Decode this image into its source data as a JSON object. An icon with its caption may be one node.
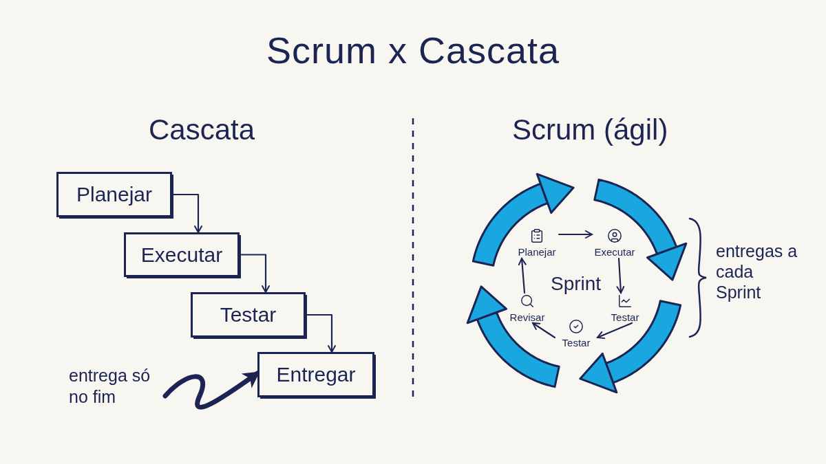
{
  "diagram": {
    "title": "Scrum x Cascata",
    "nodes": [
      {
        "text": [
          "Planejar"
        ]
      },
      {
        "text": [
          "Executar"
        ]
      },
      {
        "text": [
          "Testar"
        ]
      },
      {
        "text": [
          "Entregar"
        ]
      },
      {
        "text": [
          "entrega só no fim"
        ]
      },
      {
        "text": [
          "Planejar"
        ]
      },
      {
        "text": [
          "Executar"
        ]
      },
      {
        "text": [
          "Testar"
        ]
      },
      {
        "text": [
          "Testar"
        ]
      },
      {
        "text": [
          "Revisar"
        ]
      }
    ],
    "edges": [
      {
        "from": 0,
        "to": 1,
        "arrow": "to"
      },
      {
        "from": 1,
        "to": 2,
        "arrow": "to"
      },
      {
        "from": 2,
        "to": 3,
        "arrow": "to"
      },
      {
        "from": 4,
        "to": 3,
        "arrow": "to",
        "style": "thick"
      },
      {
        "from": 5,
        "to": 6,
        "arrow": "to"
      },
      {
        "from": 6,
        "to": 7,
        "arrow": "to"
      },
      {
        "from": 7,
        "to": 8,
        "arrow": "to"
      },
      {
        "from": 8,
        "to": 9,
        "arrow": "to"
      },
      {
        "from": 9,
        "to": 5,
        "arrow": "to"
      }
    ],
    "labels": [
      "Cascata",
      "Scrum (ágil)",
      "Sprint",
      "entregas a cada Sprint"
    ]
  }
}
